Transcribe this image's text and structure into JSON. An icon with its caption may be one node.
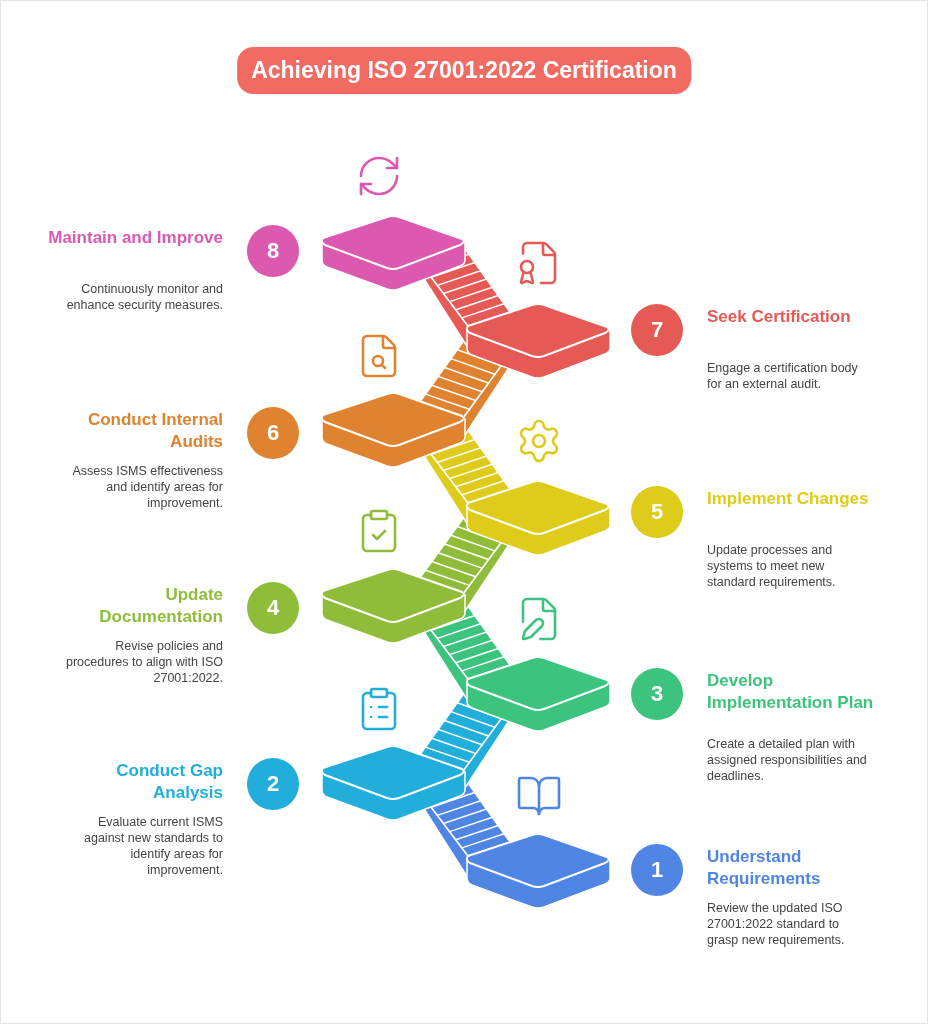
{
  "diagram": {
    "title": "Achieving ISO 27001:2022 Certification",
    "nodes": [
      {
        "text": [
          "1"
        ],
        "beside": [
          "Understand Requirements",
          "Review the updated ISO 27001:2022 standard to grasp new requirements."
        ]
      },
      {
        "text": [
          "2"
        ],
        "beside": [
          "Conduct Gap Analysis",
          "Evaluate current ISMS against new standards to identify areas for improvement."
        ]
      },
      {
        "text": [
          "3"
        ],
        "beside": [
          "Develop Implementation Plan",
          "Create a detailed plan with assigned responsibilities and deadlines."
        ]
      },
      {
        "text": [
          "4"
        ],
        "beside": [
          "Update Documentation",
          "Revise policies and procedures to align with ISO 27001:2022."
        ]
      },
      {
        "text": [
          "5"
        ],
        "beside": [
          "Implement Changes",
          "Update processes and systems to meet new standard requirements."
        ]
      },
      {
        "text": [
          "6"
        ],
        "beside": [
          "Conduct Internal Audits",
          "Assess ISMS effectiveness and identify areas for improvement."
        ]
      },
      {
        "text": [
          "7"
        ],
        "beside": [
          "Seek Certification",
          "Engage a certification body for an external audit."
        ]
      },
      {
        "text": [
          "8"
        ],
        "beside": [
          "Maintain and Improve",
          "Continuously monitor and enhance security measures."
        ]
      }
    ]
  }
}
